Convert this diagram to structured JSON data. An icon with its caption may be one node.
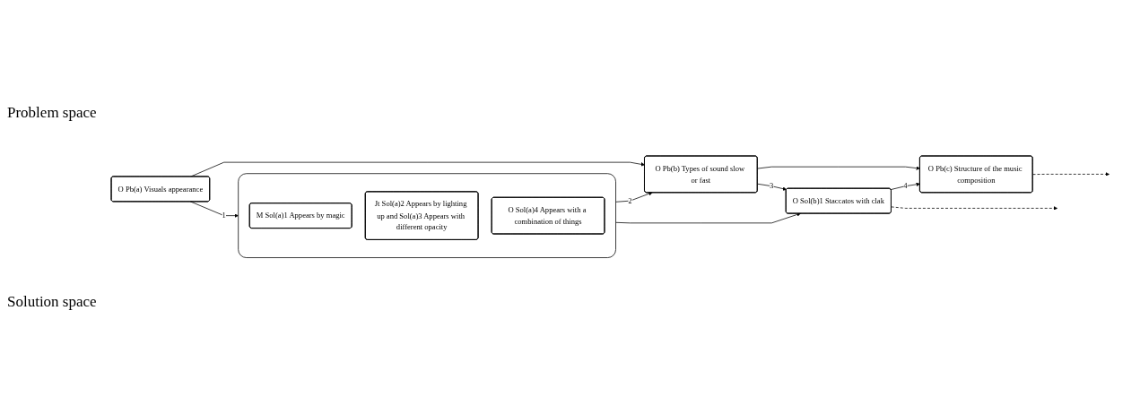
{
  "diagram": {
    "nodes": [
      {
        "text": [
          "O Pb(a) Visuals appearance"
        ]
      },
      {
        "text": [
          "O Pb(b) Types of sound slow or fast"
        ]
      },
      {
        "text": [
          "O Pb(c) Structure of the music composition"
        ]
      },
      {
        "text": [],
        "shape": "box"
      },
      {
        "text": [
          "M Sol(a)1 Appears by magic"
        ],
        "in": 3
      },
      {
        "text": [
          "Jt Sol(a)2 Appears by lighting up and Sol(a)3 Appears with different opacity"
        ],
        "in": 3
      },
      {
        "text": [
          "O Sol(a)4 Appears with a combination of things"
        ],
        "in": 3
      },
      {
        "text": [
          "O Sol(b)1 Staccatos with clak"
        ]
      }
    ],
    "edges": [
      {
        "from": 0,
        "to": 1,
        "arrow": "to"
      },
      {
        "from": 1,
        "to": 2,
        "arrow": "to"
      },
      {
        "from": 2,
        "to": null,
        "arrow": "to",
        "style": "dashed"
      },
      {
        "from": 0,
        "to": 3,
        "arrow": "to",
        "label": "1"
      },
      {
        "from": 3,
        "to": 1,
        "arrow": "to",
        "label": "2"
      },
      {
        "from": 1,
        "to": 7,
        "arrow": "to",
        "label": "3"
      },
      {
        "from": 7,
        "to": 2,
        "arrow": "to",
        "label": "4"
      },
      {
        "from": 3,
        "to": 7,
        "arrow": "to"
      },
      {
        "from": 7,
        "to": null,
        "arrow": "to",
        "style": "dashed"
      }
    ],
    "labels": [
      "Problem space",
      "Solution space"
    ]
  }
}
